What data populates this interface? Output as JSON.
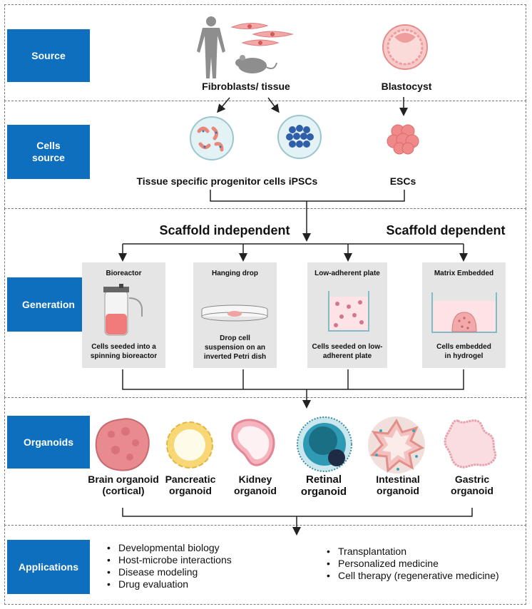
{
  "sections": {
    "source": "Source",
    "cells_source": "Cells\nsource",
    "generation": "Generation",
    "organoids": "Organoids",
    "applications": "Applications"
  },
  "source": {
    "fibroblasts": "Fibroblasts/ tissue",
    "blastocyst": "Blastocyst"
  },
  "cells": {
    "progenitor": "Tissue specific progenitor cells",
    "ipscs": "iPSCs",
    "escs": "ESCs"
  },
  "scaffold": {
    "independent": "Scaffold independent",
    "dependent": "Scaffold dependent"
  },
  "generation_methods": [
    {
      "title": "Bioreactor",
      "desc": "Cells seeded into a\nspinning bioreactor"
    },
    {
      "title": "Hanging drop",
      "desc": "Drop cell\nsuspension on an\ninverted Petri dish"
    },
    {
      "title": "Low-adherent plate",
      "desc": "Cells seeded on low-\nadherent plate"
    },
    {
      "title": "Matrix Embedded",
      "desc": "Cells embedded\nin hydrogel"
    }
  ],
  "organoids": [
    "Brain organoid\n(cortical)",
    "Pancreatic\norganoid",
    "Kidney\norganoid",
    "Retinal\norganoid",
    "Intestinal\norganoid",
    "Gastric\norganoid"
  ],
  "applications": {
    "left": [
      "Developmental biology",
      "Host-microbe interactions",
      "Disease modeling",
      "Drug evaluation"
    ],
    "right": [
      "Transplantation",
      "Personalized medicine",
      "Cell therapy (regenerative medicine)"
    ]
  },
  "colors": {
    "label_blue": "#0f6fbf",
    "card_gray": "#e5e5e6",
    "dashed_border": "#7a7a7a"
  }
}
